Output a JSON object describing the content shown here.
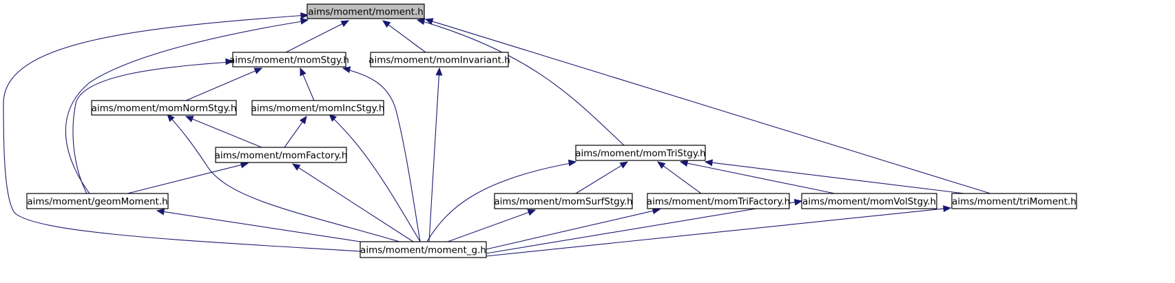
{
  "diagram": {
    "nodes": [
      {
        "id": "moment",
        "label": "aims/moment/moment.h",
        "highlighted": true
      },
      {
        "id": "momStgy",
        "label": "aims/moment/momStgy.h"
      },
      {
        "id": "momInvariant",
        "label": "aims/moment/momInvariant.h"
      },
      {
        "id": "momNormStgy",
        "label": "aims/moment/momNormStgy.h"
      },
      {
        "id": "momIncStgy",
        "label": "aims/moment/momIncStgy.h"
      },
      {
        "id": "momFactory",
        "label": "aims/moment/momFactory.h"
      },
      {
        "id": "momTriStgy",
        "label": "aims/moment/momTriStgy.h"
      },
      {
        "id": "geomMoment",
        "label": "aims/moment/geomMoment.h"
      },
      {
        "id": "momSurfStgy",
        "label": "aims/moment/momSurfStgy.h"
      },
      {
        "id": "momTriFactory",
        "label": "aims/moment/momTriFactory.h"
      },
      {
        "id": "momVolStgy",
        "label": "aims/moment/momVolStgy.h"
      },
      {
        "id": "triMoment",
        "label": "aims/moment/triMoment.h"
      },
      {
        "id": "moment_g",
        "label": "aims/moment/moment_g.h"
      }
    ],
    "edges": [
      {
        "from": "momStgy",
        "to": "moment"
      },
      {
        "from": "momInvariant",
        "to": "moment"
      },
      {
        "from": "momTriStgy",
        "to": "moment"
      },
      {
        "from": "triMoment",
        "to": "moment"
      },
      {
        "from": "geomMoment",
        "to": "moment"
      },
      {
        "from": "moment_g",
        "to": "moment"
      },
      {
        "from": "momNormStgy",
        "to": "momStgy"
      },
      {
        "from": "momIncStgy",
        "to": "momStgy"
      },
      {
        "from": "geomMoment",
        "to": "momStgy"
      },
      {
        "from": "moment_g",
        "to": "momStgy"
      },
      {
        "from": "moment_g",
        "to": "momInvariant"
      },
      {
        "from": "momFactory",
        "to": "momNormStgy"
      },
      {
        "from": "moment_g",
        "to": "momNormStgy"
      },
      {
        "from": "momFactory",
        "to": "momIncStgy"
      },
      {
        "from": "moment_g",
        "to": "momIncStgy"
      },
      {
        "from": "geomMoment",
        "to": "momFactory"
      },
      {
        "from": "moment_g",
        "to": "momFactory"
      },
      {
        "from": "moment_g",
        "to": "geomMoment"
      },
      {
        "from": "momSurfStgy",
        "to": "momTriStgy"
      },
      {
        "from": "momTriFactory",
        "to": "momTriStgy"
      },
      {
        "from": "momVolStgy",
        "to": "momTriStgy"
      },
      {
        "from": "triMoment",
        "to": "momTriStgy"
      },
      {
        "from": "moment_g",
        "to": "momTriStgy"
      },
      {
        "from": "moment_g",
        "to": "momSurfStgy"
      },
      {
        "from": "moment_g",
        "to": "momTriFactory"
      },
      {
        "from": "moment_g",
        "to": "momVolStgy"
      },
      {
        "from": "moment_g",
        "to": "triMoment"
      }
    ],
    "colors": {
      "node_fill": "#ffffff",
      "node_highlight_fill": "#bfbfbf",
      "node_border": "#000000",
      "edge": "#191970"
    }
  }
}
